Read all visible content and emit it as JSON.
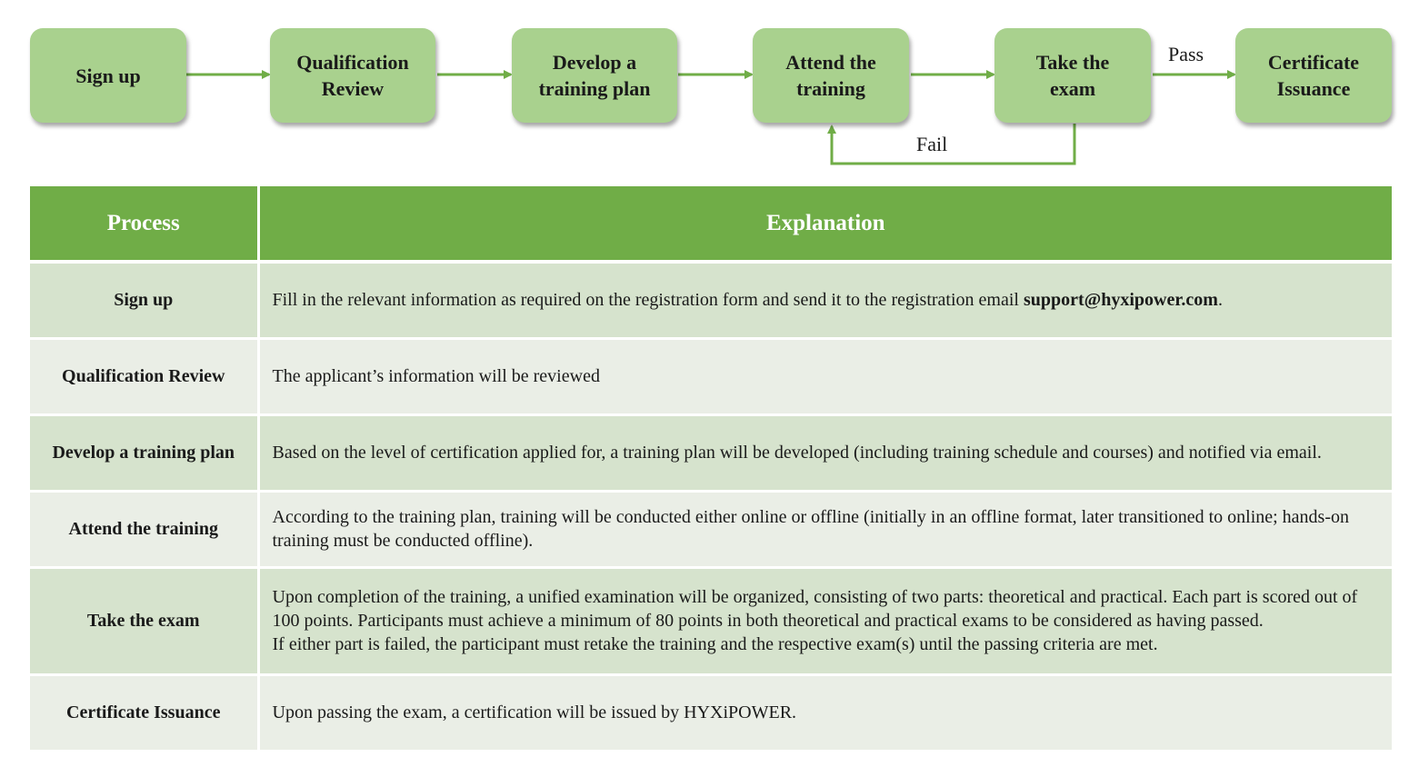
{
  "flow": {
    "steps": [
      {
        "label": "Sign up"
      },
      {
        "label": "Qualification\nReview"
      },
      {
        "label": "Develop a\ntraining plan"
      },
      {
        "label": "Attend the\ntraining"
      },
      {
        "label": "Take the\nexam"
      },
      {
        "label": "Certificate\nIssuance"
      }
    ],
    "pass_label": "Pass",
    "fail_label": "Fail",
    "box_color": "#a9d18e",
    "arrow_color": "#70ad47"
  },
  "table": {
    "header_process": "Process",
    "header_explanation": "Explanation",
    "header_color": "#70ad47",
    "rows": [
      {
        "process": "Sign up",
        "explanation_prefix": "Fill in the relevant information as required on the registration form and send it to the registration email ",
        "email": "support@hyxipower.com",
        "explanation_suffix": "."
      },
      {
        "process": "Qualification Review",
        "explanation": "The applicant’s information will be reviewed"
      },
      {
        "process": "Develop a training plan",
        "explanation": "Based on the level of certification applied for, a training plan will be developed (including training schedule and courses) and notified via email."
      },
      {
        "process": "Attend the training",
        "explanation": "According to the training plan, training will be conducted either online or offline (initially in an offline format, later transitioned to online; hands-on training must be conducted offline)."
      },
      {
        "process": "Take the exam",
        "explanation": "Upon completion of the training, a unified examination will be organized, consisting of two parts: theoretical and practical. Each part is scored out of 100 points. Participants must achieve a minimum of 80 points in both theoretical and practical exams to be considered as having passed.",
        "explanation_2": "If either part is failed, the participant must retake the training and the respective exam(s) until the passing criteria are met."
      },
      {
        "process": "Certificate Issuance",
        "explanation": "Upon passing the exam, a certification will be issued by HYXiPOWER."
      }
    ]
  }
}
